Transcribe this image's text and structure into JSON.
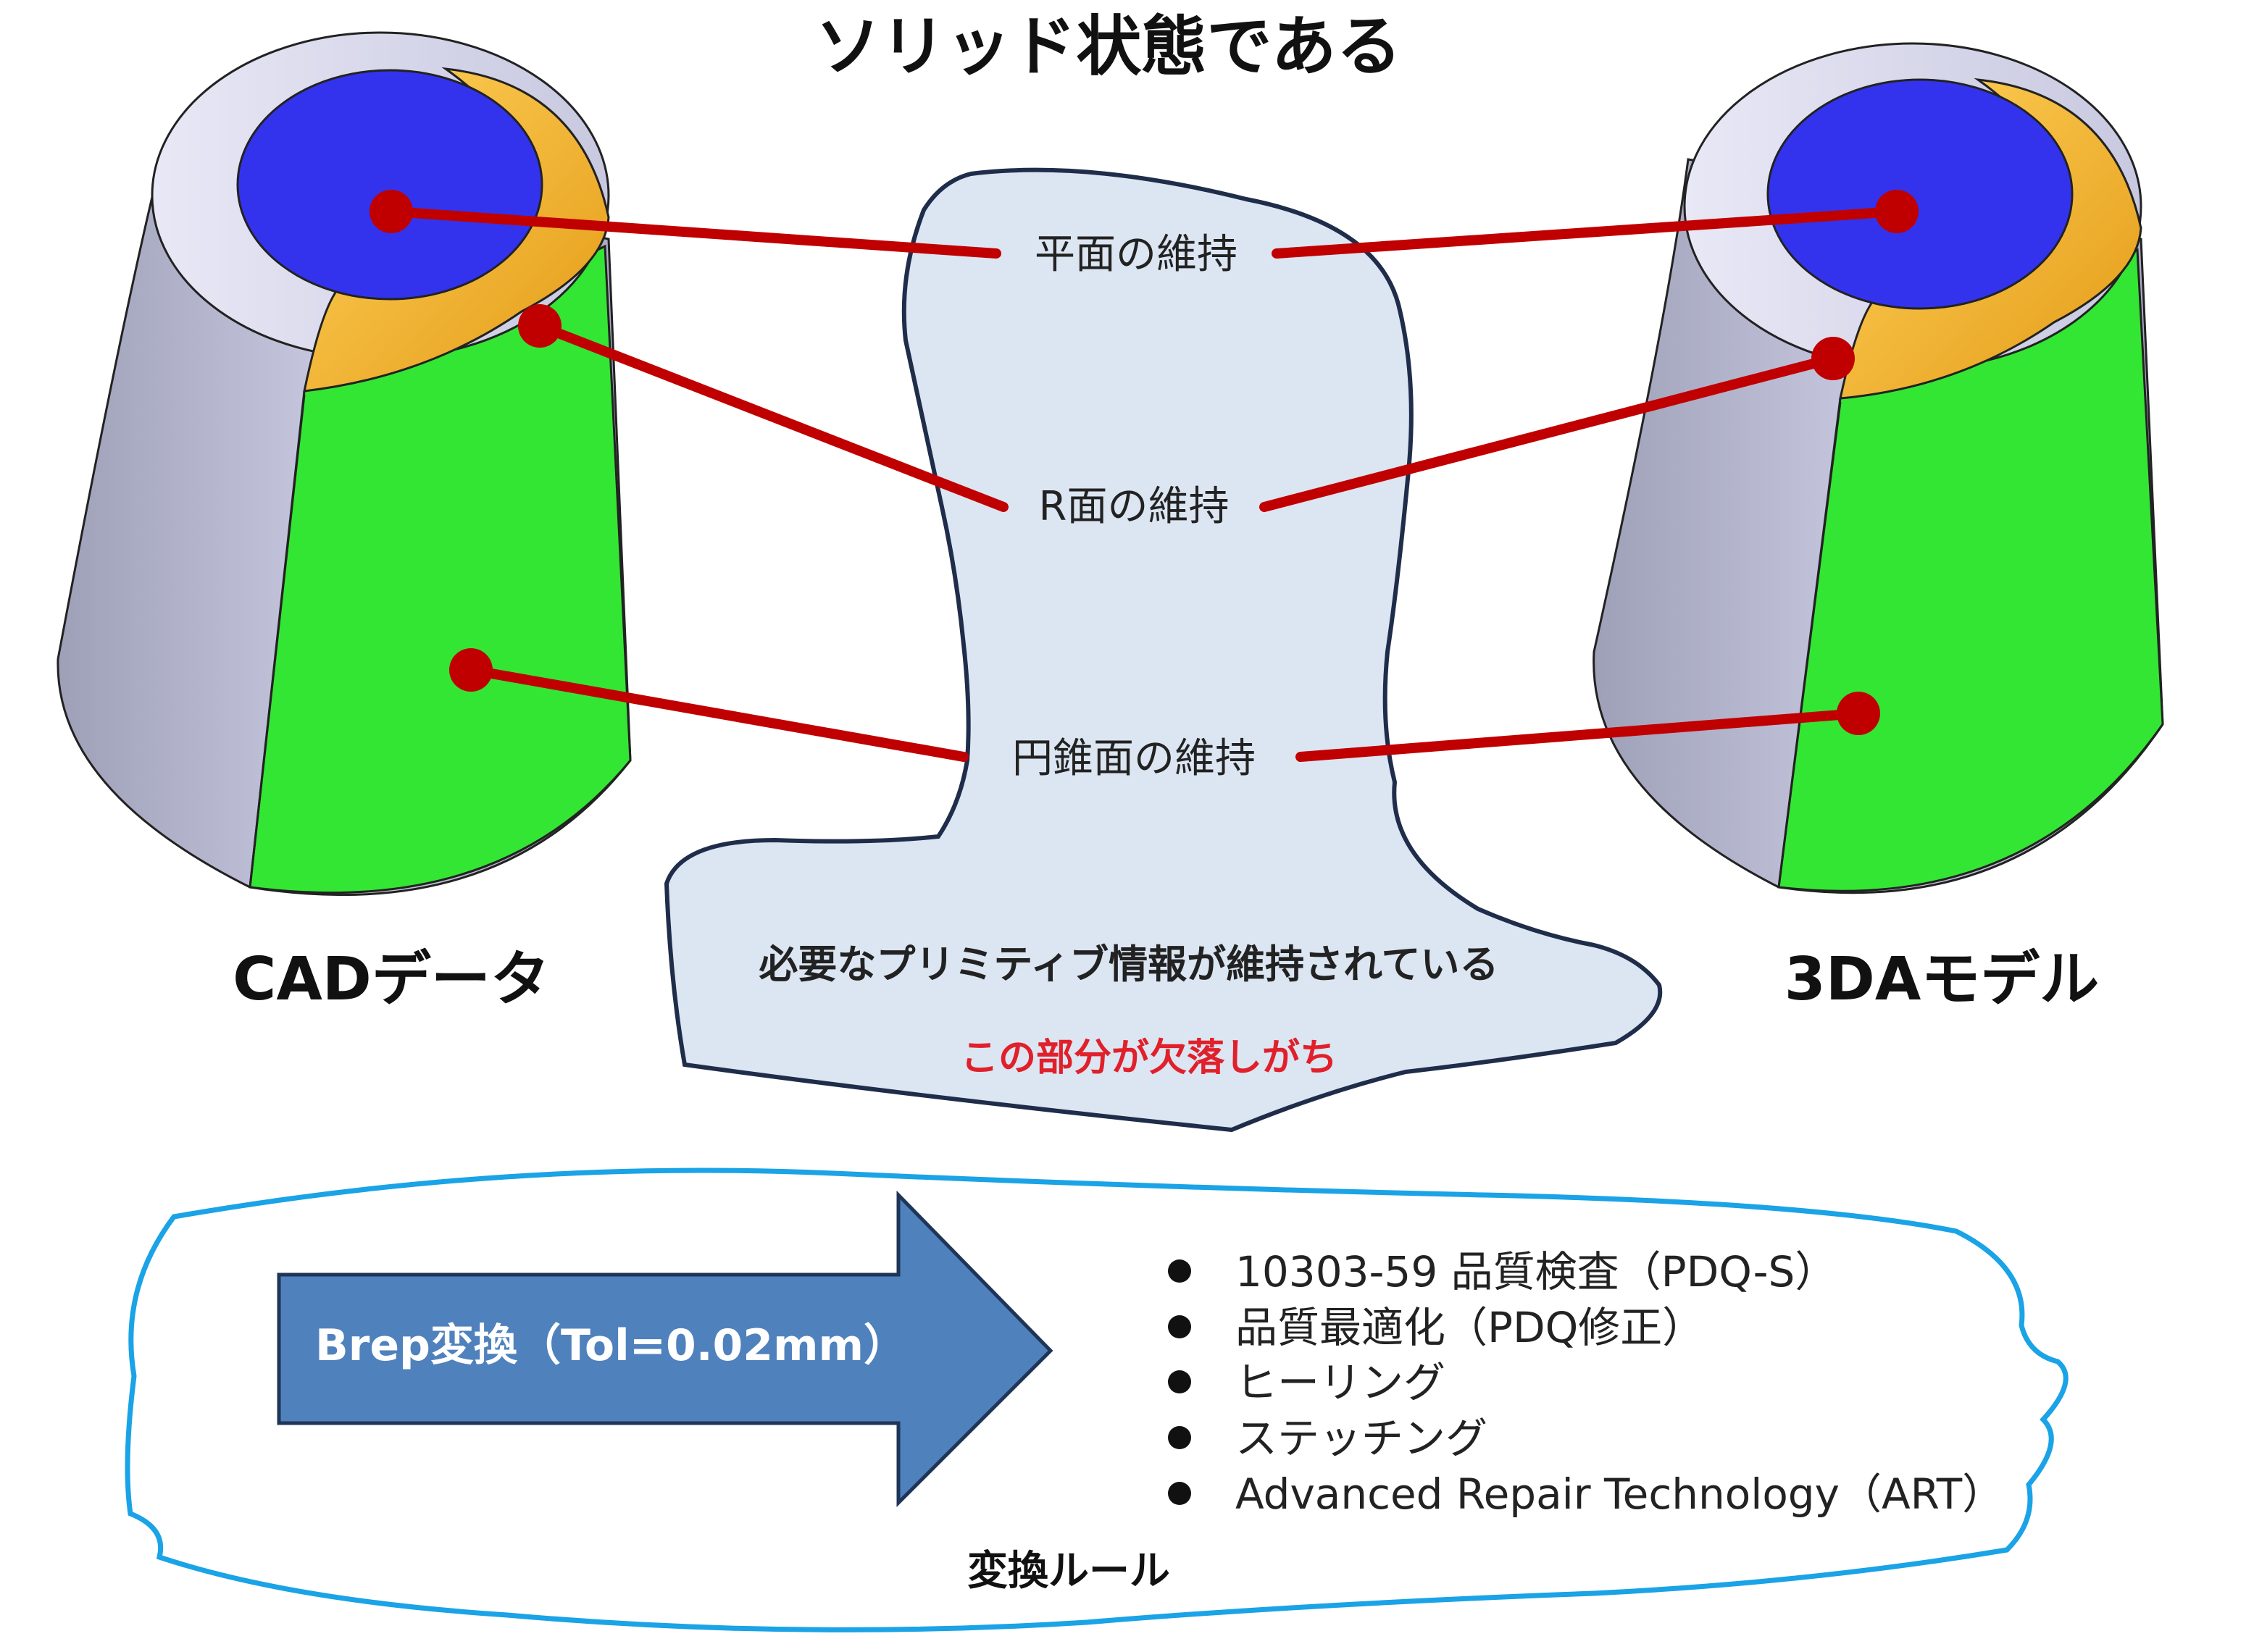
{
  "title": "ソリッド状態である",
  "left_label": "CADデータ",
  "right_label": "3DAモデル",
  "preserve": {
    "plane": "平面の維持",
    "fillet": "R面の維持",
    "cone": "円錐面の維持"
  },
  "primitive_note": "必要なプリミティブ情報が維持されている",
  "missing_note": "この部分が欠落しがち",
  "arrow_label": "Brep変換（Tol=0.02mm）",
  "rules_caption": "変換ルール",
  "rules": [
    "10303-59 品質検査（PDQ-S）",
    "品質最適化（PDQ修正）",
    "ヒーリング",
    "ステッチング",
    "Advanced Repair Technology（ART）"
  ],
  "colors": {
    "plane_face": "#3333ee",
    "fillet_face": "#f5b52a",
    "cone_face": "#33e633",
    "side_face": "#b4b6d2",
    "connector": "#c00000",
    "note_fill": "#dce6f2",
    "note_border": "#1f2d4a",
    "arrow_fill": "#4f81bd",
    "frame": "#1aa3e6",
    "missing_text": "#e0202a"
  }
}
